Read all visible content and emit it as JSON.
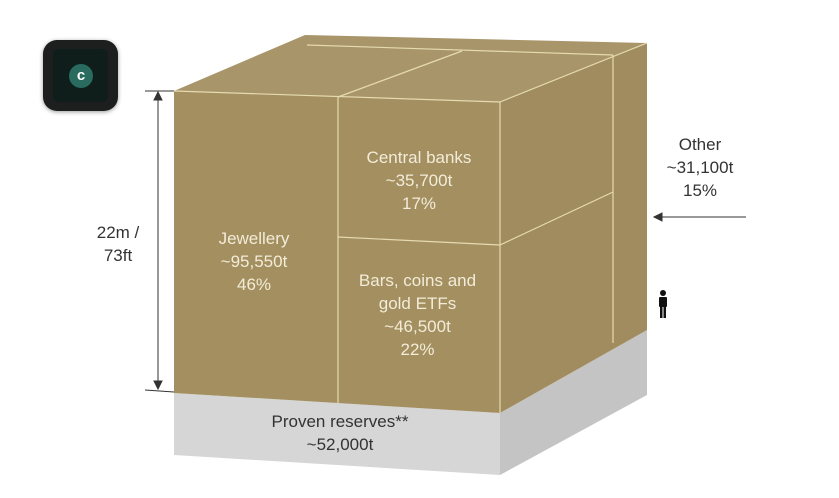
{
  "app_icon": {
    "name": "app-logo-icon",
    "glyph": "c"
  },
  "height_label": {
    "line1": "22m /",
    "line2": "73ft"
  },
  "segments": [
    {
      "label": "Jewellery",
      "amount": "~95,550t",
      "share": "46%"
    },
    {
      "label": "Central banks",
      "amount": "~35,700t",
      "share": "17%"
    },
    {
      "label_line1": "Bars, coins and",
      "label_line2": "gold ETFs",
      "amount": "~46,500t",
      "share": "22%"
    },
    {
      "label": "Other",
      "amount": "~31,100t",
      "share": "15%"
    }
  ],
  "reserves": {
    "label": "Proven reserves**",
    "amount": "~52,000t"
  },
  "colors": {
    "gold": "#a38f60",
    "gold_line": "#e6dab0",
    "reserve_front": "#d6d6d6",
    "reserve_side": "#c4c4c4"
  }
}
